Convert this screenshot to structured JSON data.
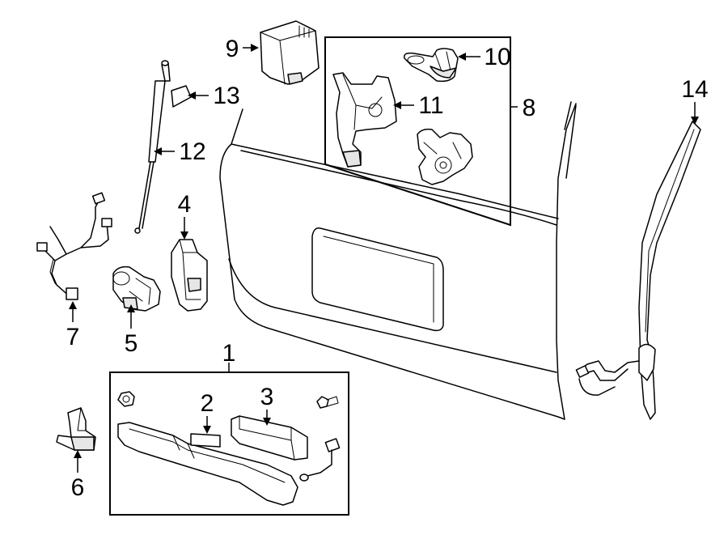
{
  "callouts": {
    "c1": "1",
    "c2": "2",
    "c3": "3",
    "c4": "4",
    "c5": "5",
    "c6": "6",
    "c7": "7",
    "c8": "8",
    "c9": "9",
    "c10": "10",
    "c11": "11",
    "c12": "12",
    "c13": "13",
    "c14": "14"
  },
  "colors": {
    "line": "#000000",
    "background": "#ffffff",
    "part_shade": "#e6e6e6"
  }
}
